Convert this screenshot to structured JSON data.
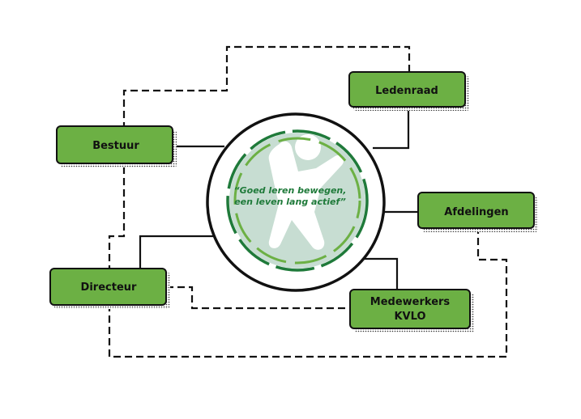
{
  "diagram": {
    "motto": {
      "line1": "“Goed leren bewegen,",
      "line2": "een leven lang actief”"
    },
    "nodes": {
      "ledenraad": "Ledenraad",
      "bestuur": "Bestuur",
      "afdelingen": "Afdelingen",
      "directeur": "Directeur",
      "medewerkers_line1": "Medewerkers",
      "medewerkers_line2": "KVLO"
    },
    "colors": {
      "box_fill": "#6cb044",
      "box_stroke": "#111111",
      "logo_bg": "#c7ddd2",
      "ring_dark": "#1f7a3a",
      "ring_light": "#6cb044",
      "motto_text": "#1f7a3a"
    }
  }
}
